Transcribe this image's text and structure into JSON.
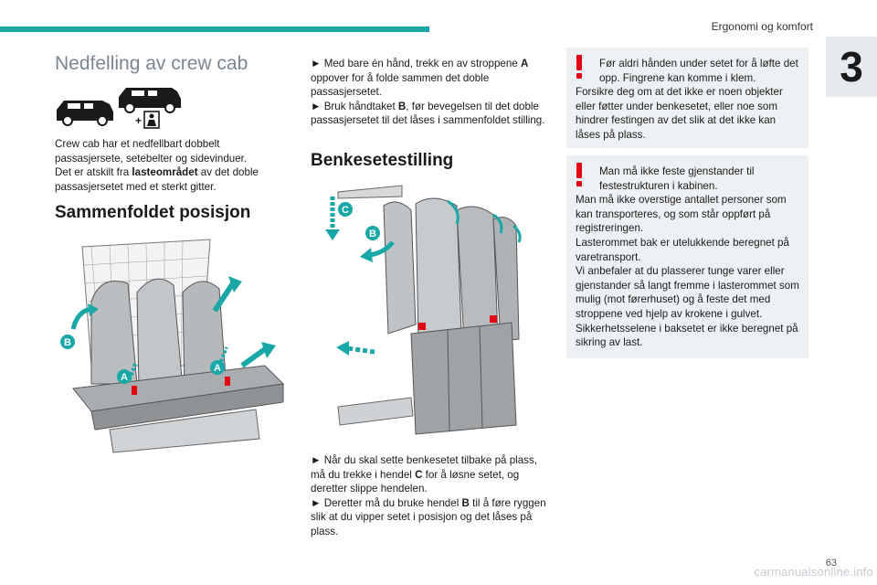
{
  "header": {
    "section_title": "Ergonomi og komfort",
    "chapter_number": "3"
  },
  "col1": {
    "title": "Nedfelling av crew cab",
    "intro_text": "Crew cab har et nedfellbart dobbelt passasjersete, setebelter og sidevinduer.",
    "intro_2a": "Det er atskilt fra ",
    "intro_2b": "lasteområdet",
    "intro_2c": " av det doble passasjersetet med et sterkt gitter.",
    "heading_folded": "Sammenfoldet posisjon",
    "fig_labels": [
      "B",
      "A",
      "A"
    ]
  },
  "col2": {
    "step1a": "► Med bare én hånd, trekk en av stroppene ",
    "step1b": "A",
    "step1c": " oppover for å folde sammen det doble passasjersetet.",
    "step2a": "► Bruk håndtaket ",
    "step2b": "B",
    "step2c": ", før bevegelsen til det doble passasjersetet til det låses i sammenfoldet stilling.",
    "heading_bench": "Benkesetestilling",
    "fig_labels": [
      "C",
      "B"
    ],
    "step3a": "► Når du skal sette benkesetet tilbake på plass, må du trekke i hendel ",
    "step3b": "C",
    "step3c": " for å løsne setet, og deretter slippe hendelen.",
    "step4a": "► Deretter må du bruke hendel ",
    "step4b": "B",
    "step4c": " til å føre ryggen slik at du vipper setet i posisjon og det låses på plass."
  },
  "col3": {
    "note1_line1": "Før aldri hånden under setet for å løfte det opp. Fingrene kan komme i klem.",
    "note1_line2": "Forsikre deg om at det ikke er noen objekter eller føtter under benkesetet, eller noe som hindrer festingen av det slik at det ikke kan låses på plass.",
    "note2_line1": "Man må ikke feste gjenstander til festestrukturen i kabinen.",
    "note2_line2": "Man må ikke overstige antallet personer som kan transporteres, og som står oppført på registreringen.",
    "note2_line3": "Lasterommet bak er utelukkende beregnet på varetransport.",
    "note2_line4": "Vi anbefaler at du plasserer tunge varer eller gjenstander så langt fremme i lasterommet som mulig (mot førerhuset) og å feste det med stroppene ved hjelp av krokene i gulvet.",
    "note2_line5": "Sikkerhetsselene i baksetet er ikke beregnet på sikring av last."
  },
  "footer": {
    "page_number": "63",
    "watermark": "carmanualsonline.info"
  },
  "colors": {
    "accent": "#1aa7a7",
    "warning": "#e30613",
    "note_bg": "#eef1f3",
    "title_grey": "#7a8691"
  }
}
